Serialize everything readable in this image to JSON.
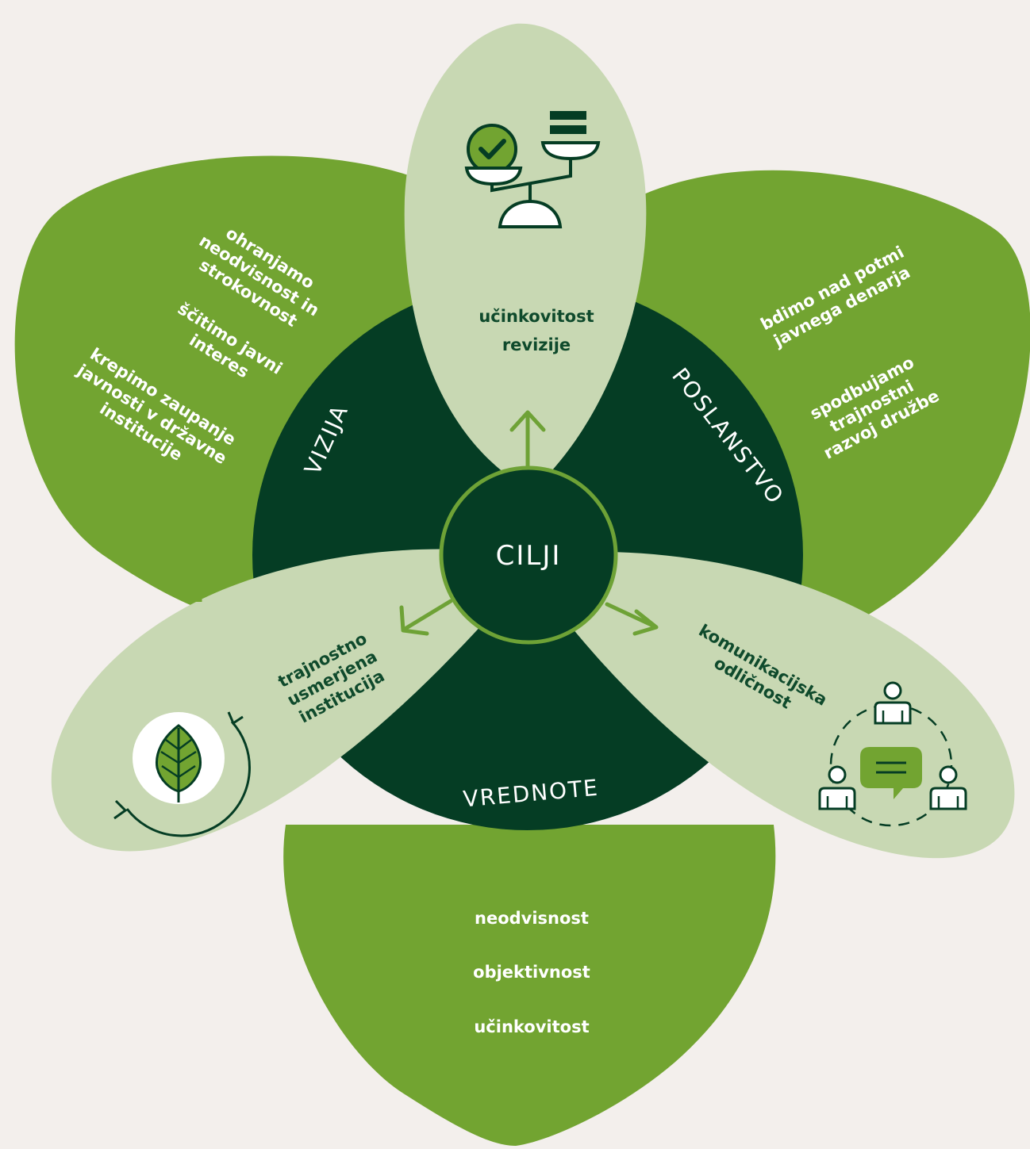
{
  "colors": {
    "background": "#f3efec",
    "leaf_green": "#72a431",
    "petal_light": "#c8d8b3",
    "dark_green": "#053d24",
    "arrow_green": "#6ea236",
    "text_dark": "#0f4a2c"
  },
  "center": {
    "label": "CILJI"
  },
  "ring": {
    "vision": "VIZIJA",
    "mission": "POSLANSTVO",
    "values": "VREDNOTE"
  },
  "vision_items": [
    [
      "ohranjamo",
      "neodvisnost in",
      "strokovnost"
    ],
    [
      "ščitimo javni",
      "interes"
    ],
    [
      "krepimo zaupanje",
      "javnosti v državne",
      "institucije"
    ]
  ],
  "mission_items": [
    [
      "bdimo nad potmi",
      "javnega denarja"
    ],
    [
      "spodbujamo",
      "trajnostni",
      "razvoj družbe"
    ]
  ],
  "values_items": [
    "neodvisnost",
    "objektivnost",
    "učinkovitost"
  ],
  "goals": {
    "top": [
      "učinkovitost",
      "revizije"
    ],
    "left": [
      "trajnostno",
      "usmerjena",
      "institucija"
    ],
    "right": [
      "komunikacijska",
      "odličnost"
    ]
  },
  "icons": {
    "top": "balance-scale-icon",
    "left": "recycle-leaf-icon",
    "right": "team-communication-icon"
  }
}
